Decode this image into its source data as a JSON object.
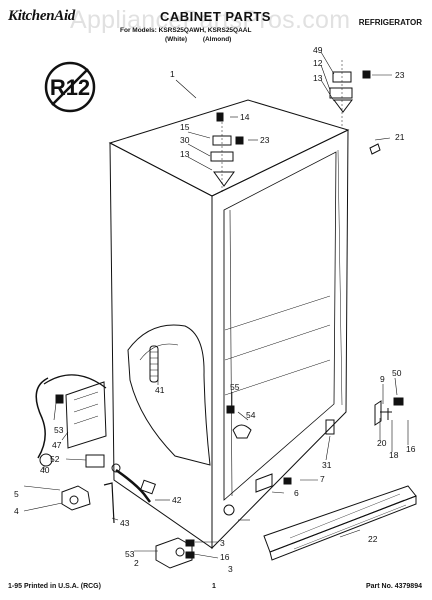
{
  "header": {
    "brand": "KitchenAid",
    "title": "CABINET PARTS",
    "category": "REFRIGERATOR",
    "models": "For Models: KSRS25QAWH, KSRS25QAAL",
    "colors": "(White) (Almond)",
    "watermark": "AppliancePartsPros.com"
  },
  "badge": {
    "text": "R12"
  },
  "callouts": [
    "1",
    "14",
    "15",
    "30",
    "23",
    "13",
    "49",
    "12",
    "13",
    "23",
    "21",
    "9",
    "50",
    "41",
    "55",
    "54",
    "20",
    "16",
    "18",
    "31",
    "53",
    "47",
    "52",
    "40",
    "5",
    "4",
    "7",
    "6",
    "3",
    "16",
    "42",
    "43",
    "53",
    "2",
    "3",
    "22"
  ],
  "footer": {
    "left": "1-95 Printed in U.S.A. (RCG)",
    "center": "1",
    "right": "Part No. 4379894"
  }
}
